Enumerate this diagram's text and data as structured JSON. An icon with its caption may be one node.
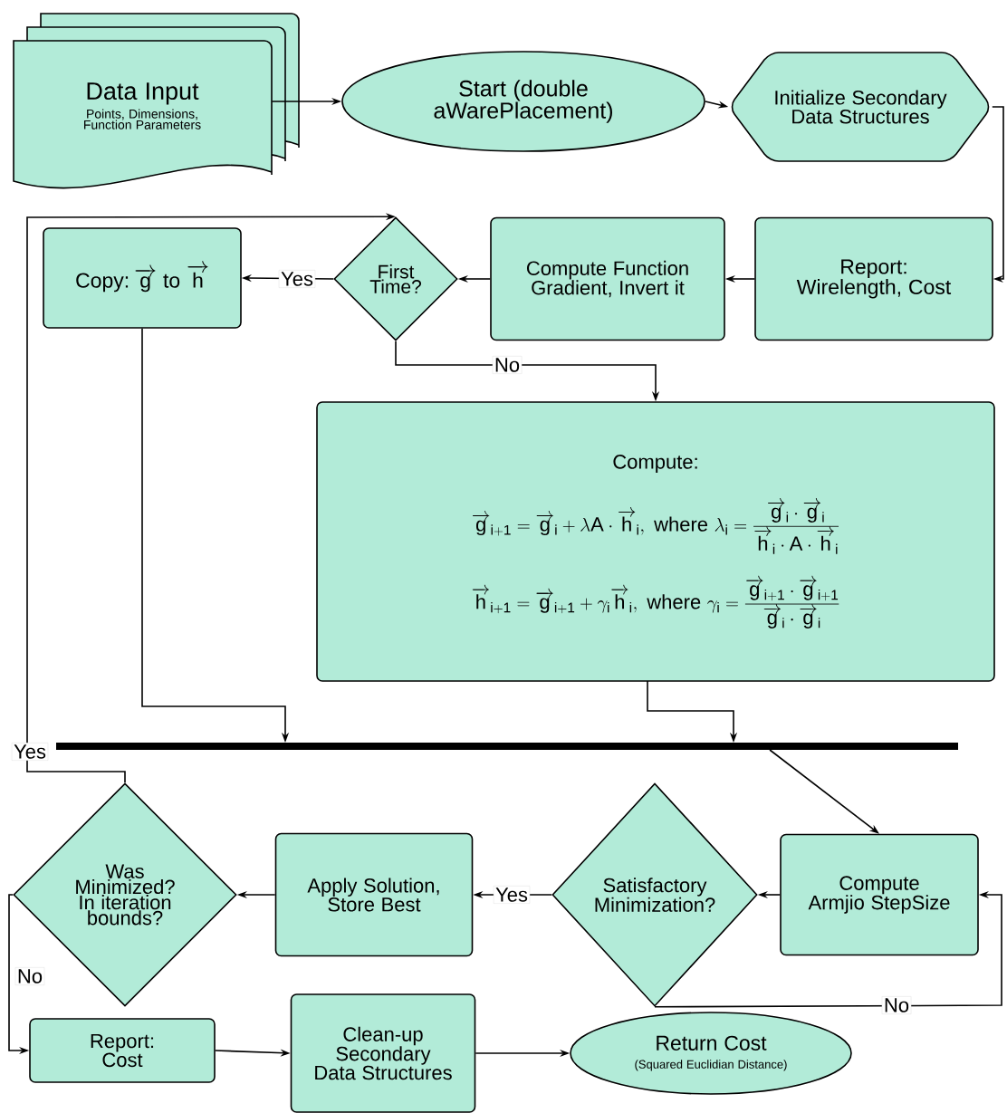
{
  "diagram": {
    "nodes": [
      {
        "text": [
          "Data Input",
          "Points, Dimensions, Function Parameters"
        ]
      },
      {
        "text": [
          "Start (double aWarePlacement)"
        ]
      },
      {
        "text": [
          "Initialize Secondary Data Structures"
        ]
      },
      {
        "text": [
          "Report: Wirelength, Cost"
        ]
      },
      {
        "text": [
          "Compute Function Gradient, Invert it"
        ]
      },
      {
        "text": [
          "First Time?"
        ]
      },
      {
        "text": [
          "Copy:",
          "\\overrightarrow{\\mathrm{g}}",
          "to",
          "\\overrightarrow{\\mathrm{h}}"
        ]
      },
      {
        "text": [
          "Compute:",
          "\\overrightarrow{\\mathrm{g}}_{\\mathrm{i+1}} = \\overrightarrow{\\mathrm{g}}_{\\mathrm{i}} + \\lambda \\mathrm{A} \\cdot \\overrightarrow{\\mathrm{h}}_{\\mathrm{i}}, \\text{ where } \\lambda_{\\mathrm{i}} = \\frac{\\overrightarrow{\\mathrm{g}}_{\\mathrm{i}} \\cdot \\overrightarrow{\\mathrm{g}}_{\\mathrm{i}}}{\\overrightarrow{\\mathrm{h}}_{\\mathrm{i}} \\cdot \\mathrm{A} \\cdot \\overrightarrow{\\mathrm{h}}_{\\mathrm{i}}}",
          "\\overrightarrow{\\mathrm{h}}_{\\mathrm{i+1}} = \\overrightarrow{\\mathrm{g}}_{\\mathrm{i+1}} + \\gamma_{\\mathrm{i}} \\overrightarrow{\\mathrm{h}}_{\\mathrm{i}}, \\text{ where } \\gamma_{\\mathrm{i}} = \\frac{\\overrightarrow{\\mathrm{g}}_{\\mathrm{i+1}} \\cdot \\overrightarrow{\\mathrm{g}}_{\\mathrm{i+1}}}{\\overrightarrow{\\mathrm{g}}_{\\mathrm{i}} \\cdot \\overrightarrow{\\mathrm{g}}_{\\mathrm{i}}}"
        ]
      },
      {
        "text": [],
        "shape": "bar"
      },
      {
        "text": [
          "Compute Armjio StepSize"
        ]
      },
      {
        "text": [
          "Satisfactory Minimization?"
        ]
      },
      {
        "text": [
          "Apply Solution, Store Best"
        ]
      },
      {
        "text": [
          "Was Minimized? In iteration bounds?"
        ]
      },
      {
        "text": [
          "Report: Cost"
        ]
      },
      {
        "text": [
          "Clean-up Secondary Data Structures"
        ]
      },
      {
        "text": [
          "Return Cost",
          "(Squared Euclidian Distance)"
        ]
      }
    ],
    "edges": [
      {
        "from": 0,
        "to": 1,
        "arrow": "to"
      },
      {
        "from": 1,
        "to": 2,
        "arrow": "to"
      },
      {
        "from": 2,
        "to": 3,
        "arrow": "to"
      },
      {
        "from": 3,
        "to": 4,
        "arrow": "to"
      },
      {
        "from": 4,
        "to": 5,
        "arrow": "to"
      },
      {
        "from": 5,
        "to": 6,
        "arrow": "to",
        "label": "Yes"
      },
      {
        "from": 5,
        "to": 7,
        "arrow": "to",
        "label": "No"
      },
      {
        "from": 6,
        "to": 8,
        "arrow": "to"
      },
      {
        "from": 7,
        "to": 8,
        "arrow": "to"
      },
      {
        "from": 8,
        "to": 9,
        "arrow": "to"
      },
      {
        "from": 9,
        "to": 10,
        "arrow": "to"
      },
      {
        "from": 10,
        "to": 11,
        "arrow": "to",
        "label": "Yes"
      },
      {
        "from": 11,
        "to": 12,
        "arrow": "to"
      },
      {
        "from": 12,
        "to": 5,
        "arrow": "to",
        "label": "Yes"
      },
      {
        "from": 12,
        "to": 13,
        "arrow": "to",
        "label": "No"
      },
      {
        "from": 13,
        "to": 14,
        "arrow": "to"
      },
      {
        "from": 14,
        "to": 15,
        "arrow": "to"
      },
      {
        "from": 10,
        "to": 9,
        "arrow": "to",
        "label": "No"
      }
    ]
  }
}
